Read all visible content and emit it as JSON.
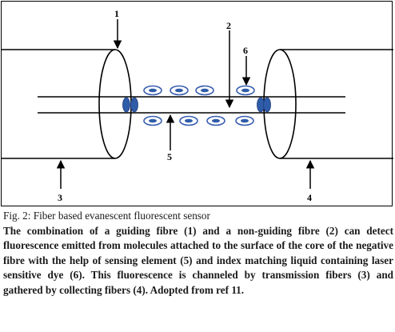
{
  "figure": {
    "labels": {
      "guiding_fibre": "1",
      "non_guiding_fibre": "2",
      "transmission_fibre": "3",
      "collecting_fibre": "4",
      "sensing_element": "5",
      "dye": "6"
    },
    "colors": {
      "line": "#000000",
      "dye_ring": "#3a5fb0",
      "dye_core": "#2f5ca8",
      "dye_fill": "#ffffff"
    }
  },
  "caption": {
    "title": "Fig. 2: Fiber based evanescent fluorescent sensor",
    "body": "The combination of a guiding fibre (1) and a non-guiding fibre (2) can detect fluorescence emitted from molecules attached to the surface of the core of the negative fibre with the help of sensing element (5) and index matching liquid containing laser sensitive dye (6). This fluorescence is channeled by transmission fibers (3) and gathered by collecting fibers (4). Adopted from ref 11."
  }
}
